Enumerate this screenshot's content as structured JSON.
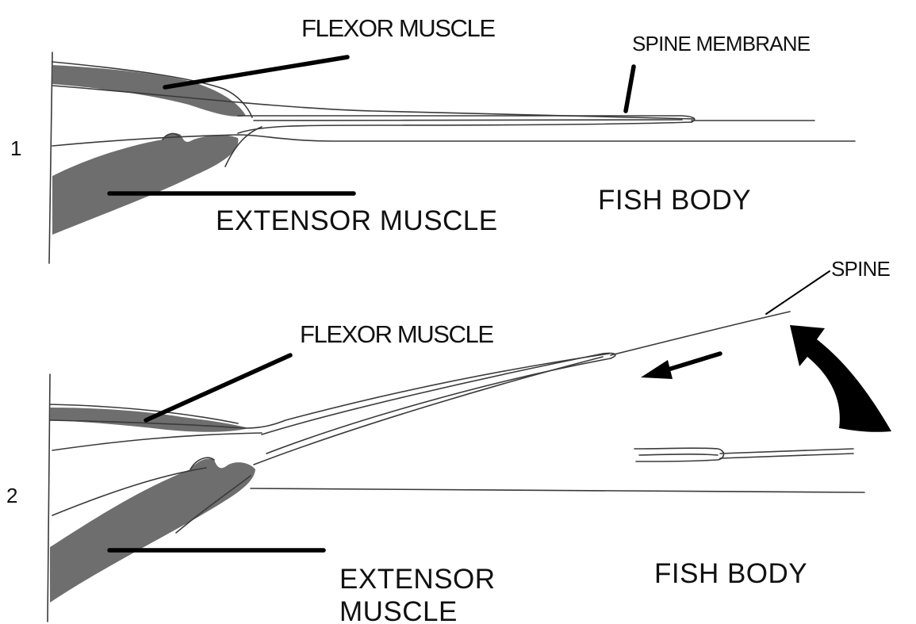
{
  "panels": [
    {
      "number": "1",
      "labels": {
        "flexor": "FLEXOR MUSCLE",
        "spine_membrane": "SPINE MEMBRANE",
        "fish_body": "FISH BODY",
        "extensor": "EXTENSOR MUSCLE"
      }
    },
    {
      "number": "2",
      "labels": {
        "spine": "SPINE",
        "flexor": "FLEXOR MUSCLE",
        "fish_body": "FISH BODY",
        "extensor_line1": "EXTENSOR",
        "extensor_line2": "MUSCLE"
      }
    }
  ],
  "colors": {
    "muscle": "#6e6e6e",
    "line": "#3a3a3a",
    "leader": "#000000",
    "background": "#ffffff"
  }
}
